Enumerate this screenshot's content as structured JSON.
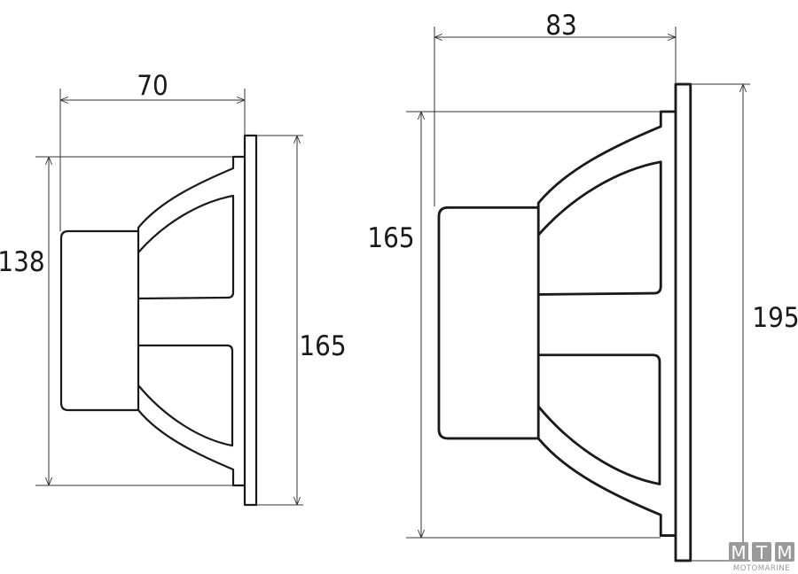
{
  "speakers": [
    {
      "depth_label": "70",
      "inner_height_label": "138",
      "outer_height_label": "165"
    },
    {
      "depth_label": "83",
      "inner_height_label": "165",
      "outer_height_label": "195"
    }
  ],
  "logo": {
    "letters": [
      "M",
      "T",
      "M"
    ],
    "text": "MOTOMARINE"
  }
}
